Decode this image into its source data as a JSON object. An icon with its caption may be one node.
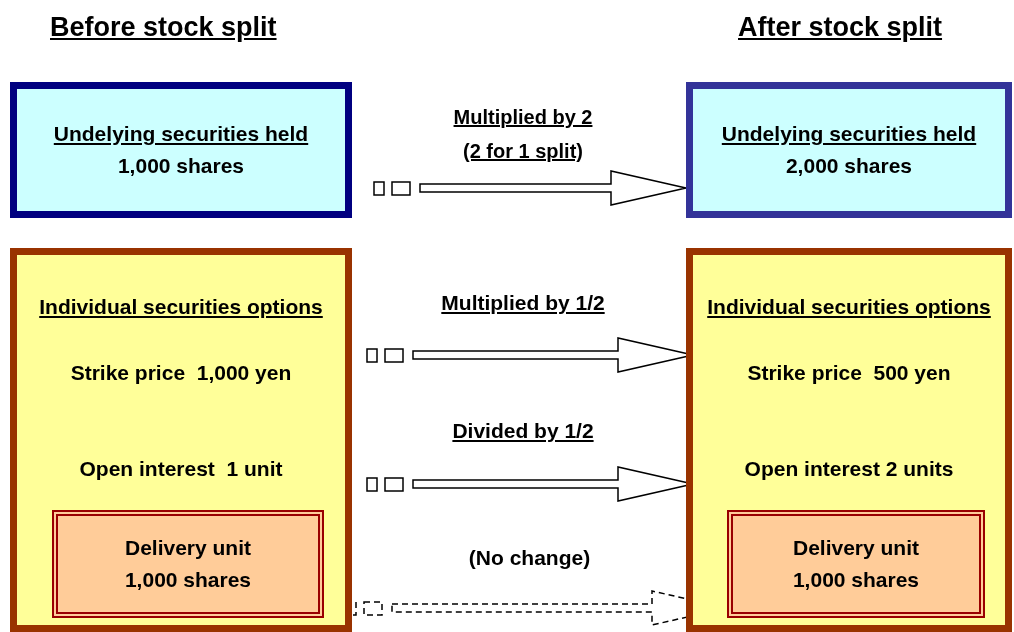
{
  "diagram": {
    "nodes": [
      {
        "text": [
          "Undelying securities held",
          "1,000 shares"
        ]
      },
      {
        "text": [
          "Undelying securities held",
          "2,000 shares"
        ]
      },
      {
        "text": [
          "Individual securities options"
        ]
      },
      {
        "text": [
          "Strike price  1,000 yen"
        ],
        "in": 2
      },
      {
        "text": [
          "Open interest  1 unit"
        ],
        "in": 2
      },
      {
        "text": [
          "Delivery unit",
          "1,000 shares"
        ],
        "in": 2
      },
      {
        "text": [
          "Individual securities options"
        ]
      },
      {
        "text": [
          "Strike price  500 yen"
        ],
        "in": 6
      },
      {
        "text": [
          "Open interest 2 units"
        ],
        "in": 6
      },
      {
        "text": [
          "Delivery unit",
          "1,000 shares"
        ],
        "in": 6
      }
    ],
    "edges": [
      {
        "from": 0,
        "to": 1,
        "arrow": "to",
        "label": "Multiplied by 2 (2 for 1 split)"
      },
      {
        "from": 3,
        "to": 7,
        "arrow": "to",
        "label": "Multiplied by 1/2"
      },
      {
        "from": 4,
        "to": 8,
        "arrow": "to",
        "label": "Divided by 1/2"
      },
      {
        "from": 5,
        "to": 9,
        "arrow": "to",
        "label": "(No change)",
        "style": "dashed"
      }
    ],
    "labels": [
      "Before stock split",
      "After stock split"
    ]
  }
}
